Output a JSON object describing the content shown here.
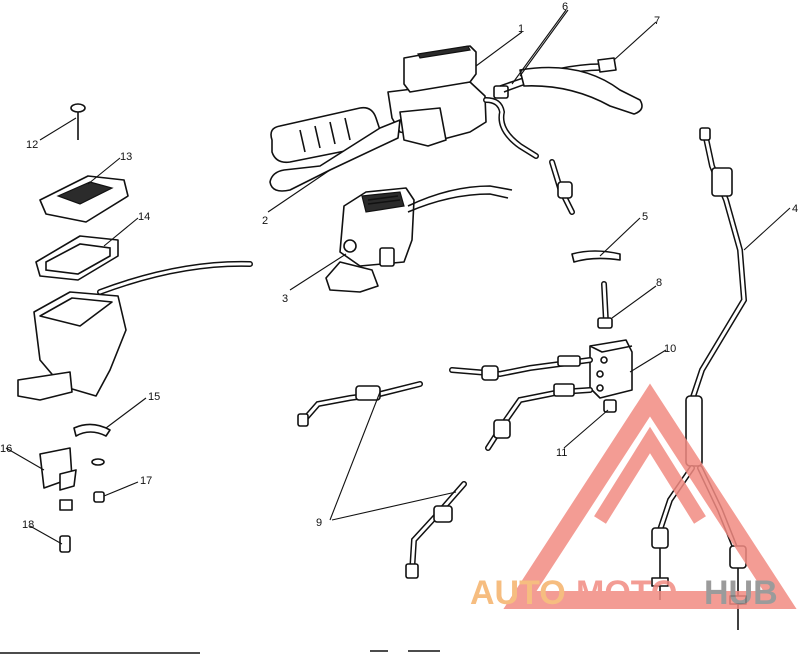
{
  "diagram": {
    "callouts": [
      {
        "id": "c1",
        "label": "1"
      },
      {
        "id": "c2",
        "label": "2"
      },
      {
        "id": "c3",
        "label": "3"
      },
      {
        "id": "c4",
        "label": "4"
      },
      {
        "id": "c5",
        "label": "5"
      },
      {
        "id": "c6",
        "label": "6"
      },
      {
        "id": "c7",
        "label": "7"
      },
      {
        "id": "c8",
        "label": "8"
      },
      {
        "id": "c9",
        "label": "9"
      },
      {
        "id": "c10",
        "label": "10"
      },
      {
        "id": "c11",
        "label": "11"
      },
      {
        "id": "c12",
        "label": "12"
      },
      {
        "id": "c13",
        "label": "13"
      },
      {
        "id": "c14",
        "label": "14"
      },
      {
        "id": "c15",
        "label": "15"
      },
      {
        "id": "c16",
        "label": "16"
      },
      {
        "id": "c17",
        "label": "17"
      },
      {
        "id": "c18",
        "label": "18"
      }
    ]
  },
  "watermark": {
    "text_part1": "AUTO",
    "text_part2": "MOTO",
    "text_part3": "HUB",
    "color_orange": "#f5b26b",
    "color_red": "#f28b82",
    "color_grey": "#8a8a8a"
  }
}
